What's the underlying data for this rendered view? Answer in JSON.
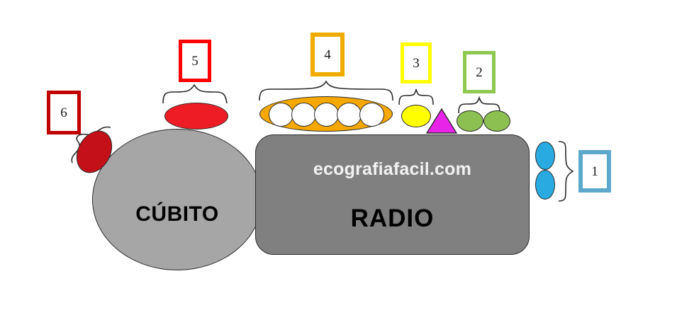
{
  "diagram": {
    "title_watermark": "ecografiafacil.com",
    "bones": [
      {
        "id": "ulna",
        "label": "CÚBITO",
        "fill": "#a6a6a6",
        "stroke": "#2b2b2b"
      },
      {
        "id": "radius",
        "label": "RADIO",
        "fill": "#808080",
        "stroke": "#2b2b2b"
      }
    ],
    "callouts": [
      {
        "number": "1",
        "color": "#5ba8cc",
        "shape": "two-vertical-ellipses",
        "shape_color": "#29abe2",
        "brace": "right"
      },
      {
        "number": "2",
        "color": "#8fc951",
        "shape": "two-ellipses",
        "shape_color": "#8cc152",
        "brace": "up"
      },
      {
        "number": "3",
        "color": "#ffff00",
        "shape": "ellipse",
        "shape_color": "#ffff00",
        "brace": "up"
      },
      {
        "number": "4",
        "color": "#f0ab00",
        "shape": "ellipse-with-fascicles",
        "shape_color": "#f5a800",
        "brace": "up"
      },
      {
        "number": "5",
        "color": "#ff0000",
        "shape": "ellipse",
        "shape_color": "#ee1c25",
        "brace": "up"
      },
      {
        "number": "6",
        "color": "#c00000",
        "shape": "ellipse-tilted",
        "shape_color": "#c41018",
        "brace": "diagonal"
      }
    ],
    "unlabeled_shapes": [
      {
        "shape": "triangle",
        "color": "#e724e7"
      }
    ],
    "fascicle_count": 5
  }
}
